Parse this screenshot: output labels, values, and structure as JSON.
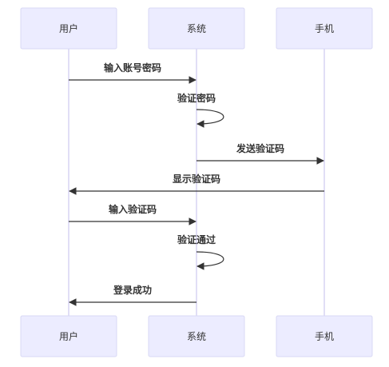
{
  "participants": [
    {
      "id": "user",
      "label": "用户"
    },
    {
      "id": "system",
      "label": "系统"
    },
    {
      "id": "phone",
      "label": "手机"
    }
  ],
  "messages": [
    {
      "from": "user",
      "to": "system",
      "label": "输入账号密码"
    },
    {
      "from": "system",
      "to": "system",
      "label": "验证密码"
    },
    {
      "from": "system",
      "to": "phone",
      "label": "发送验证码"
    },
    {
      "from": "phone",
      "to": "user",
      "label": "显示验证码"
    },
    {
      "from": "user",
      "to": "system",
      "label": "输入验证码"
    },
    {
      "from": "system",
      "to": "system",
      "label": "验证通过"
    },
    {
      "from": "system",
      "to": "user",
      "label": "登录成功"
    }
  ],
  "colors": {
    "actor_fill": "#ececff",
    "actor_stroke": "#d8d8f4",
    "lifeline": "#cdc8f0",
    "arrow": "#333333",
    "text": "#333333"
  }
}
